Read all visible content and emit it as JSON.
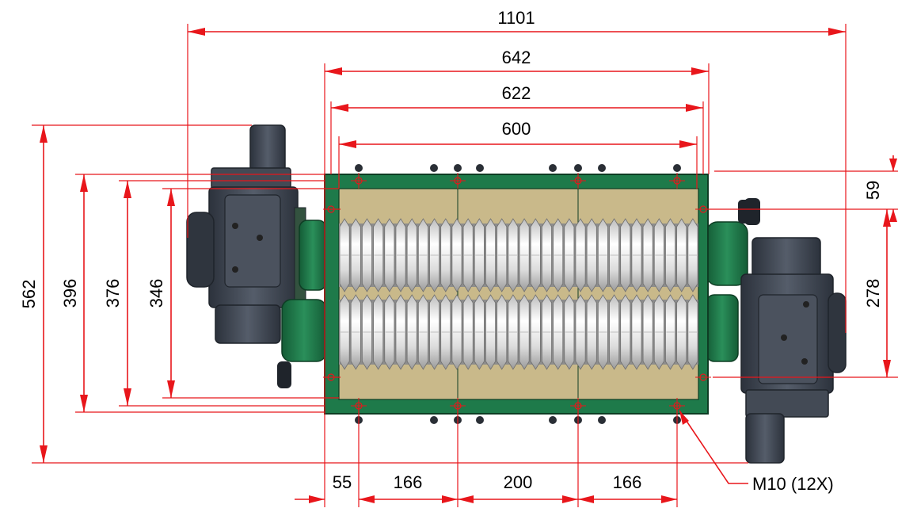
{
  "drawing": {
    "colors": {
      "dimension": "#e8161b",
      "frame_green": "#1e7a4a",
      "frame_green_dark": "#145c36",
      "motor_grey": "#3d4450",
      "motor_grey_light": "#5a6270",
      "blade_white": "#e6e6e6",
      "chamber_tan": "#c9b98a"
    },
    "dimensions": {
      "overall_width": "1101",
      "frame_outer_width": "642",
      "frame_mid_width": "622",
      "frame_inner_width": "600",
      "overall_height": "562",
      "frame_height_396": "396",
      "frame_height_376": "376",
      "frame_height_346": "346",
      "top_offset": "59",
      "hole_spacing_vertical": "278",
      "bottom_edge_offset": "55",
      "hole_spacing_1": "166",
      "hole_spacing_2": "200",
      "hole_spacing_3": "166"
    },
    "callout": {
      "label": "M10 (12X)"
    }
  }
}
